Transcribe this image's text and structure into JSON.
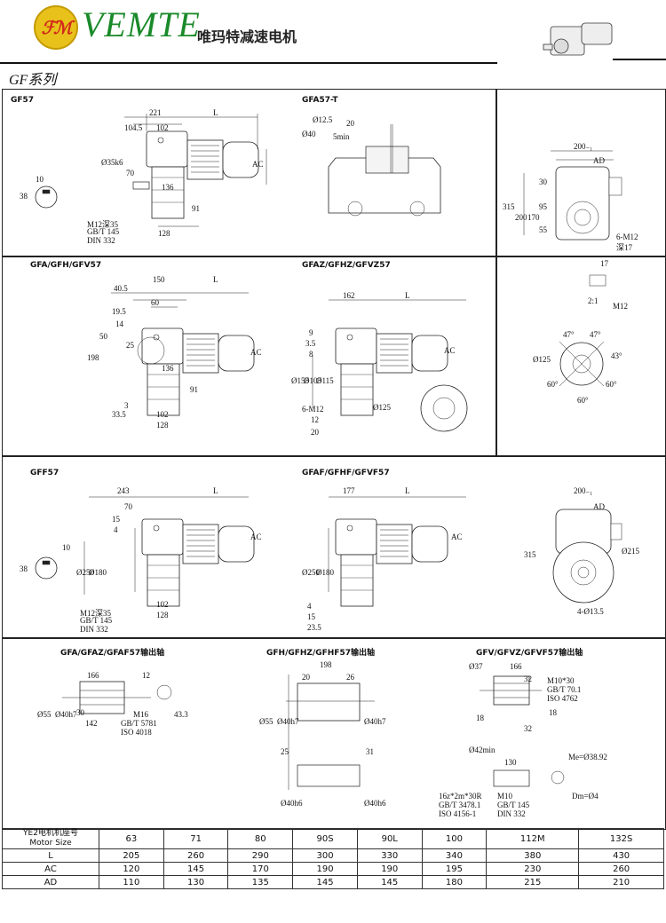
{
  "header": {
    "logo_text": "ℱℳ",
    "brand": "VEMTE",
    "brand_cn": "唯玛特减速电机",
    "series": "GF系列"
  },
  "panels": {
    "gf57": "GF57",
    "gfa57t": "GFA57-T",
    "gfa_gfh_gfv57": "GFA/GFH/GFV57",
    "gfaz_gfhz_gfvz57": "GFAZ/GFHZ/GFVZ57",
    "gff57": "GFF57",
    "gfaf_gfhf_gfvf57": "GFAF/GFHF/GFVF57",
    "out_a": "GFA/GFAZ/GFAF57输出轴",
    "out_h": "GFH/GFHZ/GFHF57输出轴",
    "out_v": "GFV/GFVZ/GFVF57输出轴"
  },
  "dims": {
    "d221": "221",
    "dL": "L",
    "d104": "104.5",
    "d102": "102",
    "d70": "70",
    "d35k6": "Ø35k6",
    "dAC": "AC",
    "d136": "136",
    "d91": "91",
    "d128": "128",
    "d10": "10",
    "d38": "38",
    "m12": "M12深35",
    "gbt145": "GB/T 145",
    "din332": "DIN 332",
    "d20": "20",
    "d5min": "5min",
    "d40": "Ø40",
    "d125": "Ø12.5",
    "d200": "200₋₁",
    "dAD": "AD",
    "d315": "315",
    "d30": "30",
    "d200b": "200",
    "d170": "170",
    "d55": "55",
    "d95": "95",
    "m12b": "6-M12",
    "d17": "深17",
    "d17b": "17",
    "d21": "2:1",
    "m12c": "M12",
    "a47": "47°",
    "a47b": "47°",
    "a43": "43°",
    "d125b": "Ø125",
    "a60": "60°",
    "a60b": "60°",
    "a60c": "60°",
    "d405": "40.5",
    "d150": "150",
    "d60": "60",
    "d195": "19.5",
    "d14": "14",
    "d50": "50",
    "d198": "198",
    "d25": "25",
    "d3": "3",
    "d335": "33.5",
    "d162": "162",
    "d9": "9",
    "d35": "3.5",
    "d8": "8",
    "d155": "Ø155",
    "d105": "Ø105",
    "d115": "Ø115",
    "m12d": "6-M12",
    "d12": "12",
    "d243": "243",
    "d15": "15",
    "d4": "4",
    "d250": "Ø250",
    "d180": "Ø180",
    "d177": "177",
    "d215": "Ø215",
    "d135": "4-Ø13.5",
    "d235": "23.5",
    "d166": "166",
    "d12b": "12",
    "m16": "M16",
    "gb5781": "GB/T 5781",
    "iso4018": "ISO 4018",
    "d433": "43.3",
    "d142": "142",
    "d55h7": "Ø55",
    "d40h7": "Ø40h7",
    "d26": "26",
    "d31": "31",
    "d40h6": "Ø40h6",
    "d37": "Ø37",
    "d32": "32",
    "m10": "M10*30",
    "gb701": "GB/T 70.1",
    "iso4762": "ISO 4762",
    "d18": "18",
    "d42": "Ø42min",
    "d130": "130",
    "spline": "16z*2m*30R",
    "gb3478": "GB/T 3478.1",
    "iso4156": "ISO 4156-1",
    "m10b": "M10",
    "me": "Me=Ø38.92",
    "dm": "Dm=Ø4"
  },
  "table": {
    "head_cn": "YE2电机机座号",
    "head_en": "Motor Size",
    "sizes": [
      "63",
      "71",
      "80",
      "90S",
      "90L",
      "100",
      "112M",
      "132S"
    ],
    "rows": [
      {
        "label": "L",
        "values": [
          "205",
          "260",
          "290",
          "300",
          "330",
          "340",
          "380",
          "430"
        ]
      },
      {
        "label": "AC",
        "values": [
          "120",
          "145",
          "170",
          "190",
          "190",
          "195",
          "230",
          "260"
        ]
      },
      {
        "label": "AD",
        "values": [
          "110",
          "130",
          "135",
          "145",
          "145",
          "180",
          "215",
          "210"
        ]
      }
    ]
  }
}
